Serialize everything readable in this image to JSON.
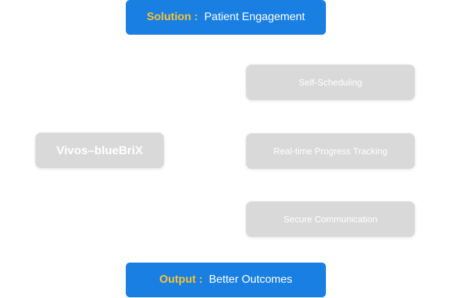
{
  "solution": {
    "prefix": "Solution :",
    "value": "Patient Engagement"
  },
  "source_node": {
    "label": "Vivos–blueBriX"
  },
  "features": [
    {
      "label": "Self-Scheduling"
    },
    {
      "label": "Real-time Progress Tracking"
    },
    {
      "label": "Secure Communication"
    }
  ],
  "output": {
    "prefix": "Output :",
    "value": "Better Outcomes"
  },
  "colors": {
    "banner_bg": "#1a7fe3",
    "prefix_text": "#f5c433",
    "node_bg": "#d9d9d9",
    "node_text": "#ffffff"
  }
}
